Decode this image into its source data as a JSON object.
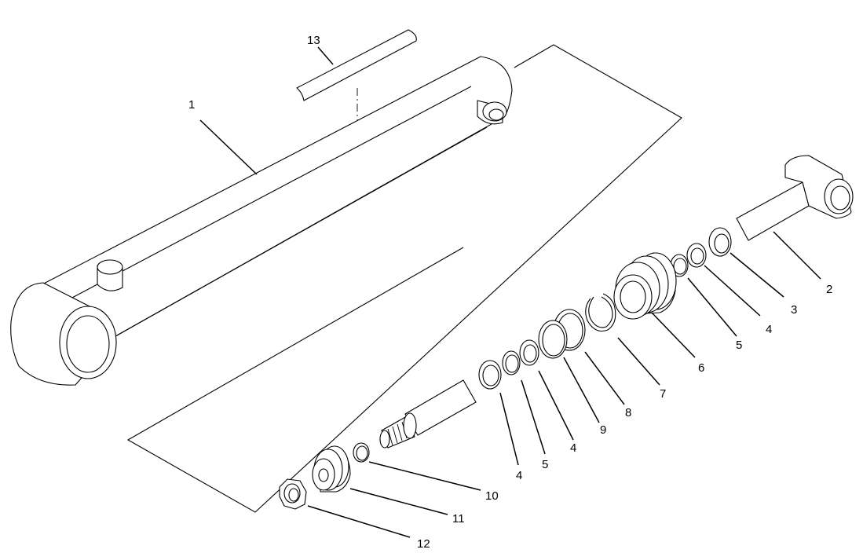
{
  "callouts": {
    "c1": "1",
    "c2": "2",
    "c3": "3",
    "c4a": "4",
    "c4b": "4",
    "c4c": "4",
    "c5a": "5",
    "c5b": "5",
    "c6": "6",
    "c7": "7",
    "c8": "8",
    "c9": "9",
    "c10": "10",
    "c11": "11",
    "c12": "12",
    "c13": "13"
  }
}
